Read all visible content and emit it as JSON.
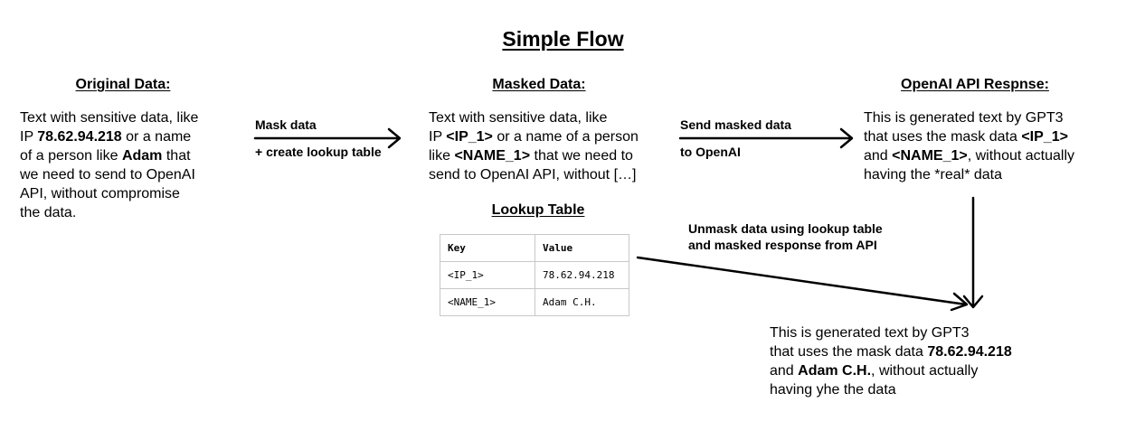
{
  "title": "Simple Flow",
  "original": {
    "heading": "Original Data:",
    "lines": [
      [
        {
          "t": "Text with sensitive data, like"
        }
      ],
      [
        {
          "t": "IP "
        },
        {
          "t": "78.62.94.218",
          "b": true
        },
        {
          "t": " or a name"
        }
      ],
      [
        {
          "t": "of a person like "
        },
        {
          "t": "Adam",
          "b": true
        },
        {
          "t": " that"
        }
      ],
      [
        {
          "t": "we need to send to OpenAI"
        }
      ],
      [
        {
          "t": "API, without compromise"
        }
      ],
      [
        {
          "t": "the data."
        }
      ]
    ]
  },
  "arrow_mask": {
    "label_top": "Mask data",
    "label_bottom": "+ create lookup table"
  },
  "masked": {
    "heading": "Masked Data:",
    "lines": [
      [
        {
          "t": "Text with sensitive data, like"
        }
      ],
      [
        {
          "t": "IP "
        },
        {
          "t": "<IP_1>",
          "b": true
        },
        {
          "t": " or a name of a person"
        }
      ],
      [
        {
          "t": "like "
        },
        {
          "t": "<NAME_1>",
          "b": true
        },
        {
          "t": " that we need to"
        }
      ],
      [
        {
          "t": "send to OpenAI API, without […]"
        }
      ]
    ]
  },
  "arrow_send": {
    "label_top": "Send masked data",
    "label_bottom": "to OpenAI"
  },
  "api": {
    "heading": "OpenAI API Respnse:",
    "lines": [
      [
        {
          "t": "This is generated text by GPT3"
        }
      ],
      [
        {
          "t": "that uses the mask data "
        },
        {
          "t": "<IP_1>",
          "b": true
        }
      ],
      [
        {
          "t": "and "
        },
        {
          "t": "<NAME_1>",
          "b": true
        },
        {
          "t": ", without actually"
        }
      ],
      [
        {
          "t": "having the *real* data"
        }
      ]
    ]
  },
  "lookup": {
    "heading": "Lookup Table",
    "columns": [
      "Key",
      "Value"
    ],
    "rows": [
      [
        "<IP_1>",
        "78.62.94.218"
      ],
      [
        "<NAME_1>",
        "Adam C.H."
      ]
    ]
  },
  "unmask": {
    "label_line1": "Unmask data using lookup table",
    "label_line2": "and masked response from API"
  },
  "final": {
    "lines": [
      [
        {
          "t": "This is generated text by GPT3"
        }
      ],
      [
        {
          "t": "that uses the mask data "
        },
        {
          "t": "78.62.94.218",
          "b": true
        }
      ],
      [
        {
          "t": "and "
        },
        {
          "t": "Adam C.H.",
          "b": true
        },
        {
          "t": ", without actually"
        }
      ],
      [
        {
          "t": "having yhe the data"
        }
      ]
    ]
  },
  "colors": {
    "text": "#000000",
    "background": "#ffffff",
    "table_border": "#c8c8c8"
  }
}
